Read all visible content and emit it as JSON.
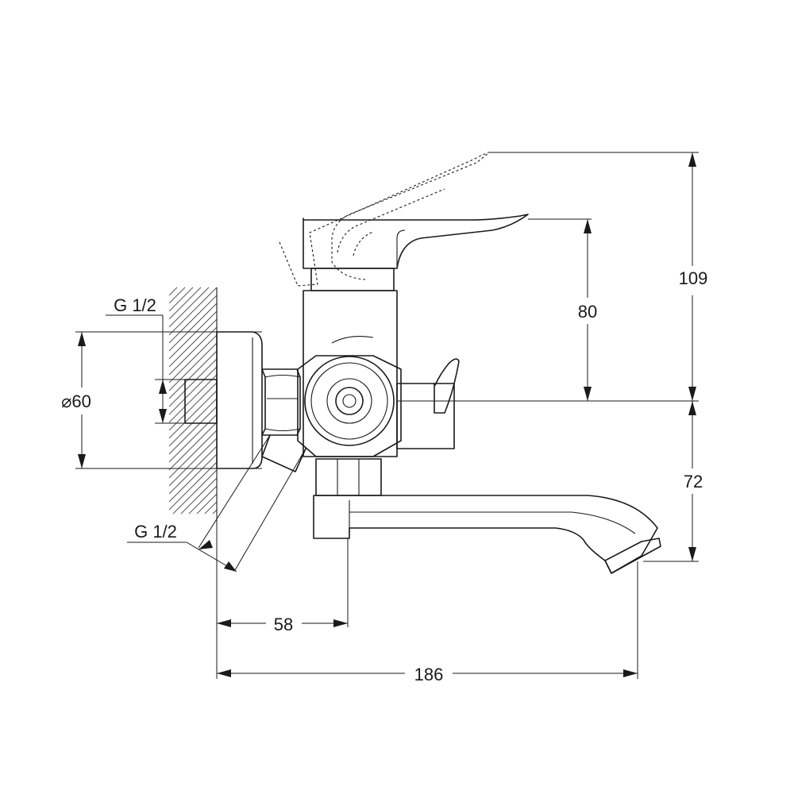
{
  "dimensions": {
    "height_total": "109",
    "height_lever": "80",
    "height_spout": "72",
    "diameter_flange": "⌀60",
    "thread_wall": "G 1/2",
    "thread_inlet": "G 1/2",
    "depth_body": "58",
    "length_total": "186"
  }
}
